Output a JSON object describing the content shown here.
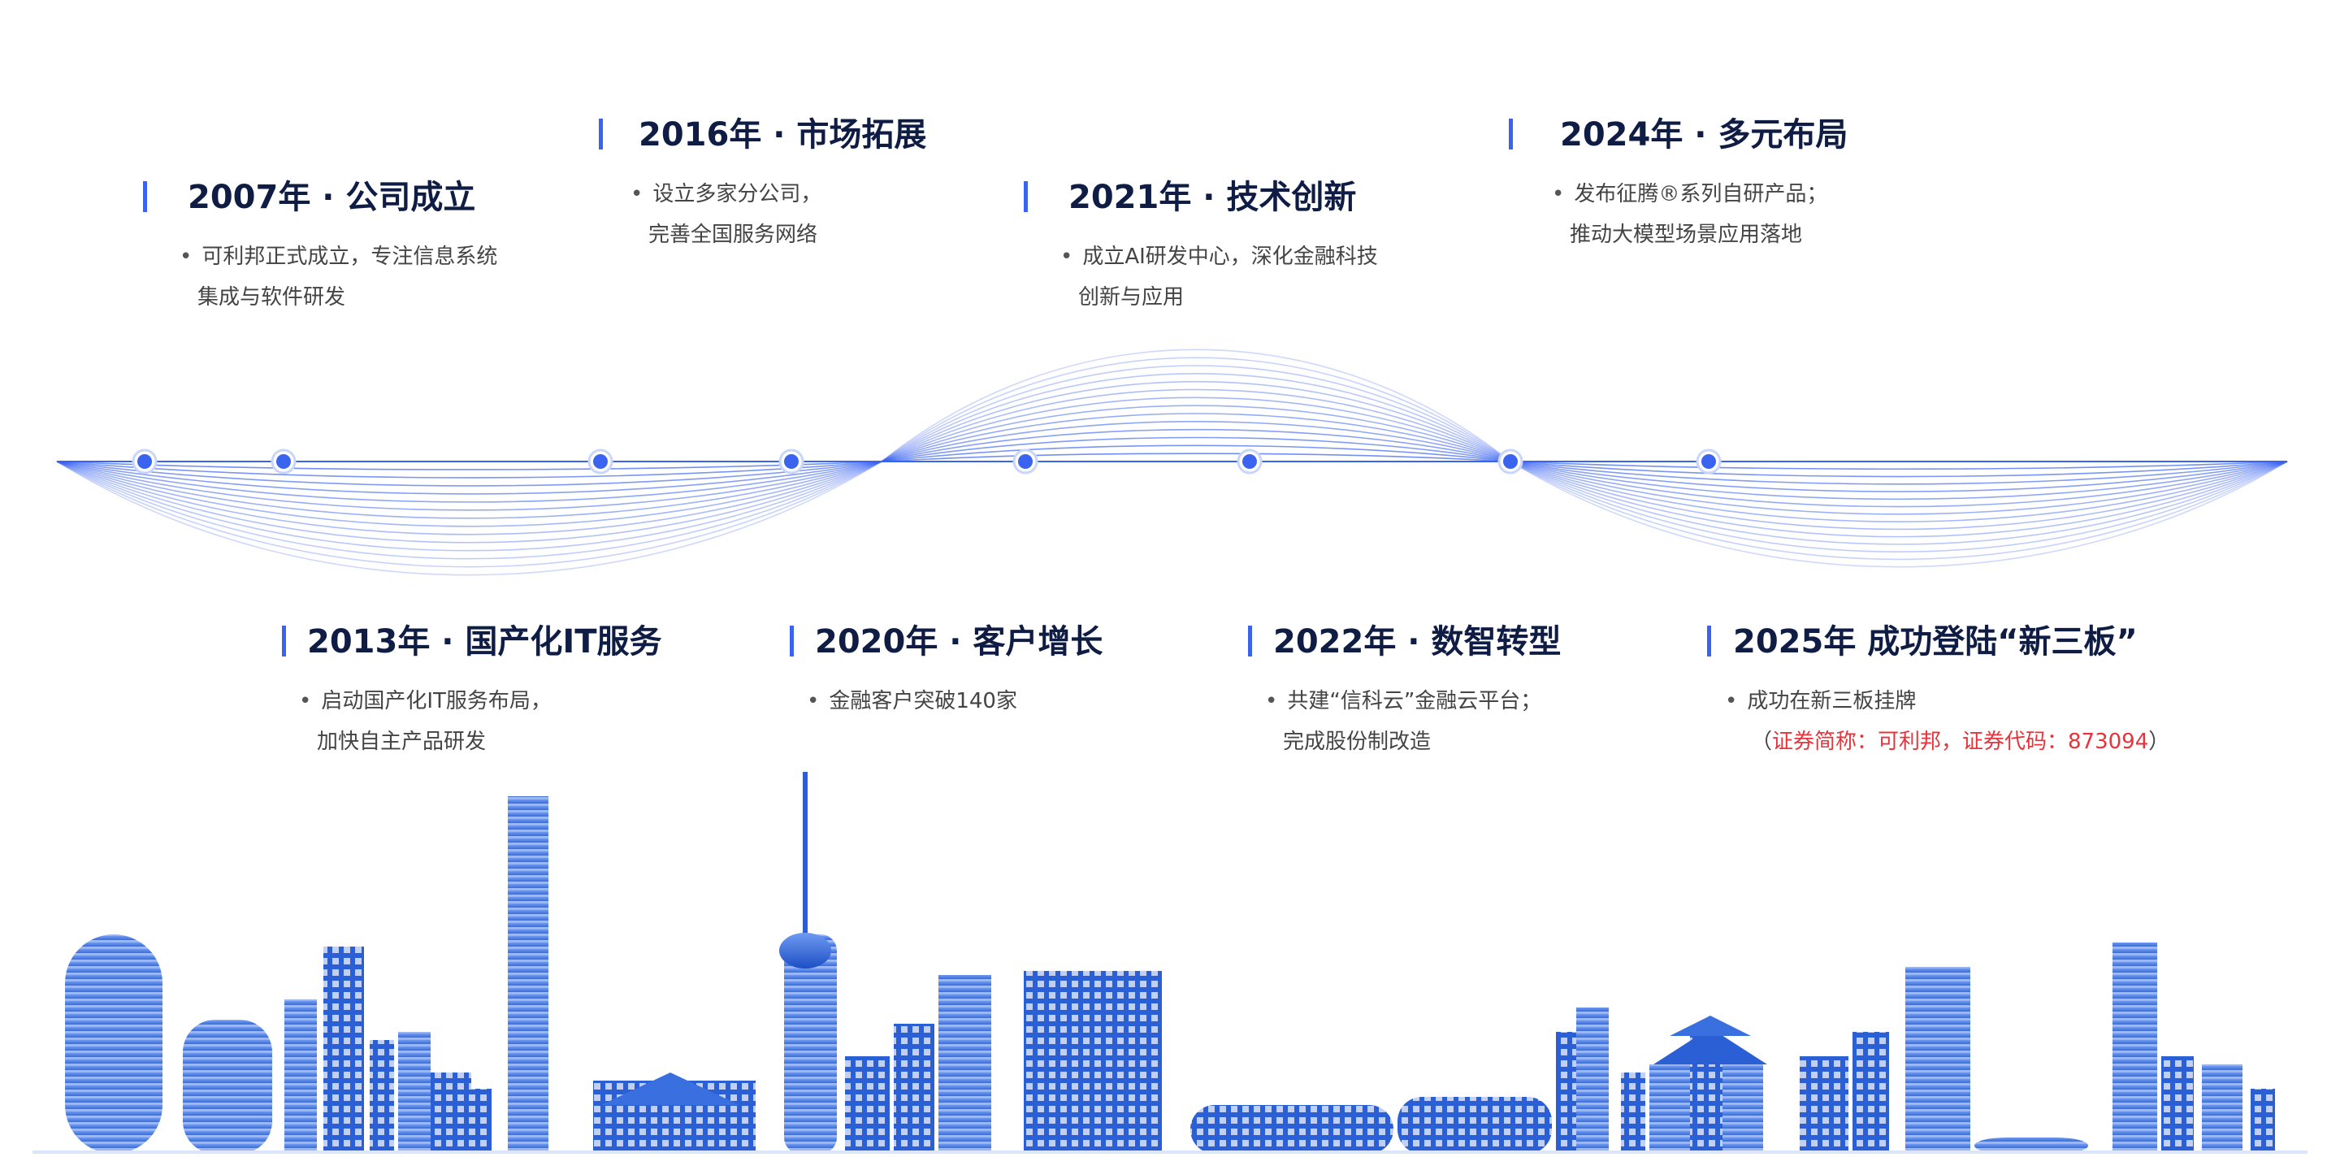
{
  "colors": {
    "accent": "#3a63f0",
    "title": "#0f1d45",
    "text": "#444444",
    "highlight": "#e8333a",
    "skyline": "#2f63d6"
  },
  "events": [
    {
      "id": "2007",
      "title": "2007年 · 公司成立",
      "position": "top",
      "lines": [
        "可利邦正式成立，专注信息系统",
        "集成与软件研发"
      ]
    },
    {
      "id": "2013",
      "title": "2013年 · 国产化IT服务",
      "position": "bottom",
      "lines": [
        "启动国产化IT服务布局，",
        "加快自主产品研发"
      ]
    },
    {
      "id": "2016",
      "title": "2016年 · 市场拓展",
      "position": "top",
      "lines": [
        "设立多家分公司，",
        "完善全国服务网络"
      ]
    },
    {
      "id": "2020",
      "title": "2020年 · 客户增长",
      "position": "bottom",
      "lines": [
        "金融客户突破140家"
      ]
    },
    {
      "id": "2021",
      "title": "2021年 · 技术创新",
      "position": "top",
      "lines": [
        "成立AI研发中心，深化金融科技",
        "创新与应用"
      ]
    },
    {
      "id": "2022",
      "title": "2022年 · 数智转型",
      "position": "bottom",
      "lines": [
        "共建“信科云”金融云平台；",
        "完成股份制改造"
      ]
    },
    {
      "id": "2024",
      "title": "2024年 · 多元布局",
      "position": "top",
      "lines": [
        "发布征腾®系列自研产品；",
        "推动大模型场景应用落地"
      ]
    },
    {
      "id": "2025",
      "title": "2025年 成功登陆“新三板”",
      "position": "bottom",
      "lines": [
        "成功在新三板挂牌"
      ],
      "note": {
        "open": "（",
        "text": "证券简称：可利邦，证券代码：873094",
        "close": "）"
      }
    }
  ]
}
